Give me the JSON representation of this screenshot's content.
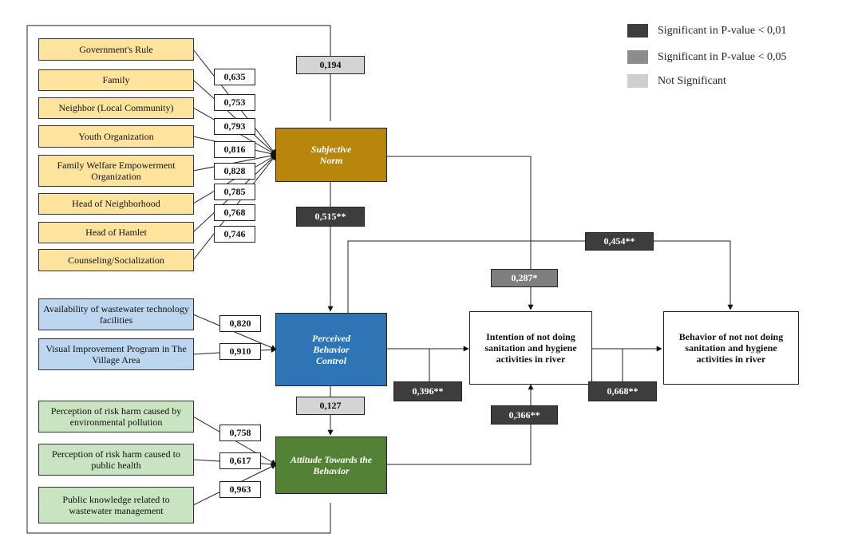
{
  "legend": [
    {
      "label": "Significant in P-value < 0,01",
      "color": "#3d3d3d"
    },
    {
      "label": "Significant in P-value < 0,05",
      "color": "#8c8c8c"
    },
    {
      "label": "Not Significant",
      "color": "#cfcfcf"
    }
  ],
  "indicators": {
    "government_rule": "Government's Rule",
    "family": "Family",
    "neighbor": "Neighbor (Local Community)",
    "youth_org": "Youth Organization",
    "family_welfare": "Family Welfare Empowerment Organization",
    "head_neighborhood": "Head of Neighborhood",
    "head_hamlet": "Head of Hamlet",
    "counseling": "Counseling/Socialization",
    "wastewater_tech": "Availability of wastewater technology facilities",
    "visual_program": "Visual Improvement Program in The Village Area",
    "risk_env": "Perception of risk harm caused by environmental pollution",
    "risk_health": "Perception of risk harm caused to public health",
    "public_knowledge": "Public knowledge related to wastewater management"
  },
  "loadings": {
    "government_rule": "0,635",
    "family": "0,753",
    "neighbor": "0,793",
    "youth_org": "0,816",
    "family_welfare": "0,828",
    "head_neighborhood": "0,785",
    "head_hamlet": "0,768",
    "counseling": "0,746",
    "wastewater_tech": "0,820",
    "visual_program": "0,910",
    "risk_env": "0,758",
    "risk_health": "0,617",
    "public_knowledge": "0,963"
  },
  "constructs": {
    "subjective_norm": "Subjective Norm",
    "perceived_behavior_control": "Perceived Behavior Control",
    "attitude": "Attitude Towards the Behavior",
    "intention": "Intention of not doing sanitation and hygiene activities in river",
    "behavior": "Behavior of not not doing sanitation and hygiene activities in river"
  },
  "paths": {
    "outer_to_sn": "0,194",
    "sn_to_pbc": "0,515**",
    "pbc_to_behavior": "0,454**",
    "sn_to_intention": "0,287*",
    "pbc_to_intention": "0,396**",
    "intention_to_behavior": "0,668**",
    "pbc_to_attitude": "0,127",
    "attitude_to_intention": "0,366**"
  },
  "colors": {
    "yellow": "#fde39b",
    "blue": "#bcd6ef",
    "green": "#c9e4c0",
    "subjective_norm": "#b8860b",
    "perceived_behavior_control": "#2e75b6",
    "attitude": "#538135",
    "significant_001": "#3d3d3d",
    "significant_005": "#8c8c8c",
    "not_significant": "#cfcfcf"
  }
}
